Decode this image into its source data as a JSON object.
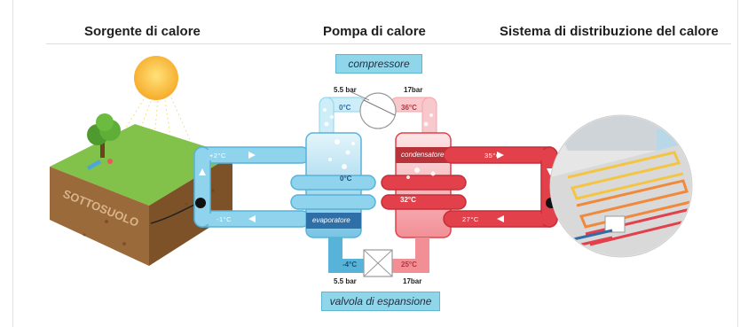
{
  "headers": {
    "source": "Sorgente di calore",
    "pump": "Pompa di calore",
    "distribution": "Sistema di distribuzione del calore"
  },
  "ground_label": "SOTTOSUOLO",
  "compressor": {
    "label": "compressore",
    "pressure_low": "5.5 bar",
    "pressure_high": "17bar",
    "temp_in": "0°C",
    "temp_out": "36°C"
  },
  "expansion_valve": {
    "label": "valvola di espansione",
    "pressure_low": "5.5 bar",
    "pressure_high": "17bar",
    "temp_out": "-4°C",
    "temp_in": "25°C"
  },
  "evaporator": {
    "label": "evaporatore",
    "temp": "0°C"
  },
  "condenser": {
    "label": "condensatore",
    "temp": "32°C"
  },
  "source_loop": {
    "temp_top": "+2°C",
    "temp_bottom": "-1°C"
  },
  "distribution_loop": {
    "temp_top": "35°C",
    "temp_bottom": "27°C"
  },
  "colors": {
    "cold": "#8fd3ec",
    "cold_dark": "#57b3d8",
    "hot": "#e2404a",
    "hot_light": "#f6a4a8",
    "pill": "#8fd6ea"
  }
}
